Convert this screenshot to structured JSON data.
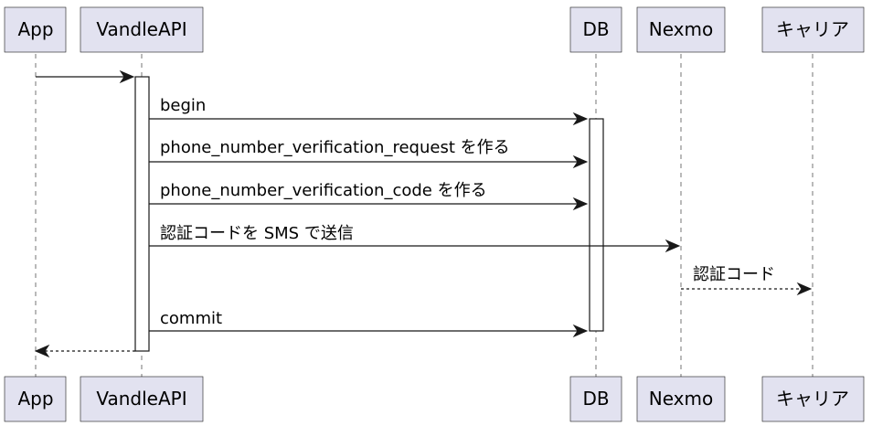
{
  "participants": [
    {
      "id": "app",
      "label": "App"
    },
    {
      "id": "vandleapi",
      "label": "VandleAPI"
    },
    {
      "id": "db",
      "label": "DB"
    },
    {
      "id": "nexmo",
      "label": "Nexmo"
    },
    {
      "id": "carrier",
      "label": "キャリア"
    }
  ],
  "messages": [
    {
      "id": "app-request",
      "from": "app",
      "to": "vandleapi",
      "label": "",
      "style": "solid"
    },
    {
      "id": "begin",
      "from": "vandleapi",
      "to": "db",
      "label": "begin",
      "style": "solid"
    },
    {
      "id": "create-request",
      "from": "vandleapi",
      "to": "db",
      "label": "phone_number_verification_request を作る",
      "style": "solid"
    },
    {
      "id": "create-code",
      "from": "vandleapi",
      "to": "db",
      "label": "phone_number_verification_code を作る",
      "style": "solid"
    },
    {
      "id": "send-sms",
      "from": "vandleapi",
      "to": "nexmo",
      "label": "認証コードを SMS で送信",
      "style": "solid"
    },
    {
      "id": "deliver-code",
      "from": "nexmo",
      "to": "carrier",
      "label": "認証コード",
      "style": "dashed"
    },
    {
      "id": "commit",
      "from": "vandleapi",
      "to": "db",
      "label": "commit",
      "style": "solid"
    },
    {
      "id": "app-response",
      "from": "vandleapi",
      "to": "app",
      "label": "",
      "style": "dashed"
    }
  ]
}
